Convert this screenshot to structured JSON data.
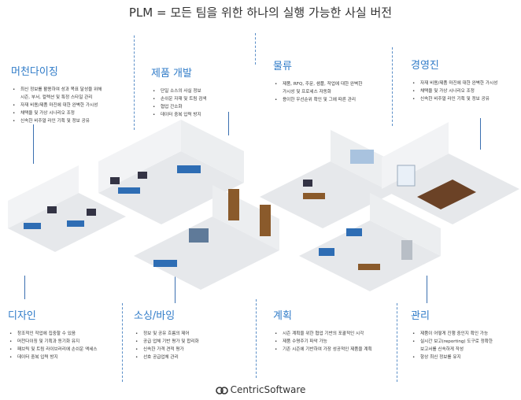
{
  "title": "PLM = 모든 팀을 위한 하나의 실행 가능한 사실 버전",
  "top_sections": [
    {
      "heading": "머천다이징",
      "bullets": [
        "최신 정보를 활용하여 성과 목표 달성을 위해",
        "시즌, 부서, 컬렉션 및 특정 스타일 관리",
        "자재 비용/제품 마진에 대한 완벽한 가시성",
        "채택율 및 가상 시나리오 조정",
        "신속한 비주얼 라인 기획 및 정보 공유"
      ]
    },
    {
      "heading": "제품 개발",
      "bullets": [
        "단일 소스의 사실 정보",
        "손쉬운 자재 및 트림 검색",
        "협업 간소화",
        "데이터 중복 입력 방지"
      ]
    },
    {
      "heading": "물류",
      "bullets": [
        "제품, RFQ, 주문, 샘플, 작업에 대한 완벽한",
        "가시성 및 프로세스 자동화",
        "용이한 우선순위 확인 및 그에 따른 관리"
      ]
    },
    {
      "heading": "경영진",
      "bullets": [
        "자재 비용/제품 마진에 대한 완벽한 가시성",
        "채택율 및 가상 시나리오 조정",
        "신속한 비주얼 라인 기획 및 정보 공유"
      ]
    }
  ],
  "bottom_sections": [
    {
      "heading": "디자인",
      "bullets": [
        "창조적인 작업에 집중할 수 있음",
        "머천다이징 및 기획과 동기화 유지",
        "패브릭 및 트림 라이브러리에 손쉬운 액세스",
        "데이터 중복 입력 방지"
      ]
    },
    {
      "heading": "소싱/바잉",
      "bullets": [
        "정보 및 공유 흐름의 제어",
        "공급 업체 기반 평가 및 합리화",
        "신속한 가격 견적 평가",
        "선호 공급업체 관리"
      ]
    },
    {
      "heading": "계획",
      "bullets": [
        "시즌 계획을 위한 협업 기반의 포괄적인 시각",
        "제품 수명주기 파악 가능",
        "기존 시즌에 기반하여 가장 성공적인 제품을 계획"
      ]
    },
    {
      "heading": "관리",
      "bullets": [
        "제품이 어떻게 진행 중인지 확인 가능",
        "실시간 보고(reporting) 도구로 정확한",
        "보고서를 신속하게 작성",
        "항상 최신 정보를 유지"
      ]
    }
  ],
  "logo": "CentricSoftware",
  "colors": {
    "accent": "#2f7bc8",
    "floor": "#e6e8eb",
    "desk": "#2e6db4"
  }
}
